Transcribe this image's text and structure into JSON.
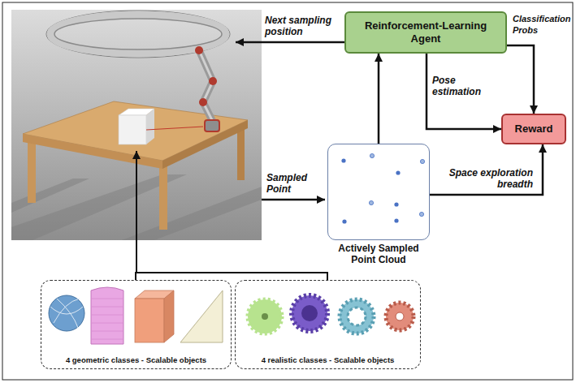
{
  "diagram": {
    "nodes": [
      {
        "text": [
          "Reinforcement-Learning Agent"
        ]
      },
      {
        "text": [
          "Reward"
        ]
      },
      {
        "text": [
          "Actively Sampled Point Cloud"
        ]
      },
      {
        "text": [
          "4 geometric classes - Scalable objects"
        ]
      },
      {
        "text": [
          "4 realistic classes - Scalable objects"
        ]
      }
    ],
    "edges": [
      {
        "from": 2,
        "to": 0,
        "arrow": "to"
      },
      {
        "from": 0,
        "to": 1,
        "label": "Classification Probs",
        "arrow": "to"
      },
      {
        "from": 0,
        "to": 1,
        "label": "Pose estimation",
        "arrow": "to"
      },
      {
        "from": 2,
        "to": 1,
        "label": "Space exploration breadth",
        "arrow": "to"
      }
    ],
    "labels": [
      "Next sampling position",
      "Sampled Point"
    ]
  }
}
